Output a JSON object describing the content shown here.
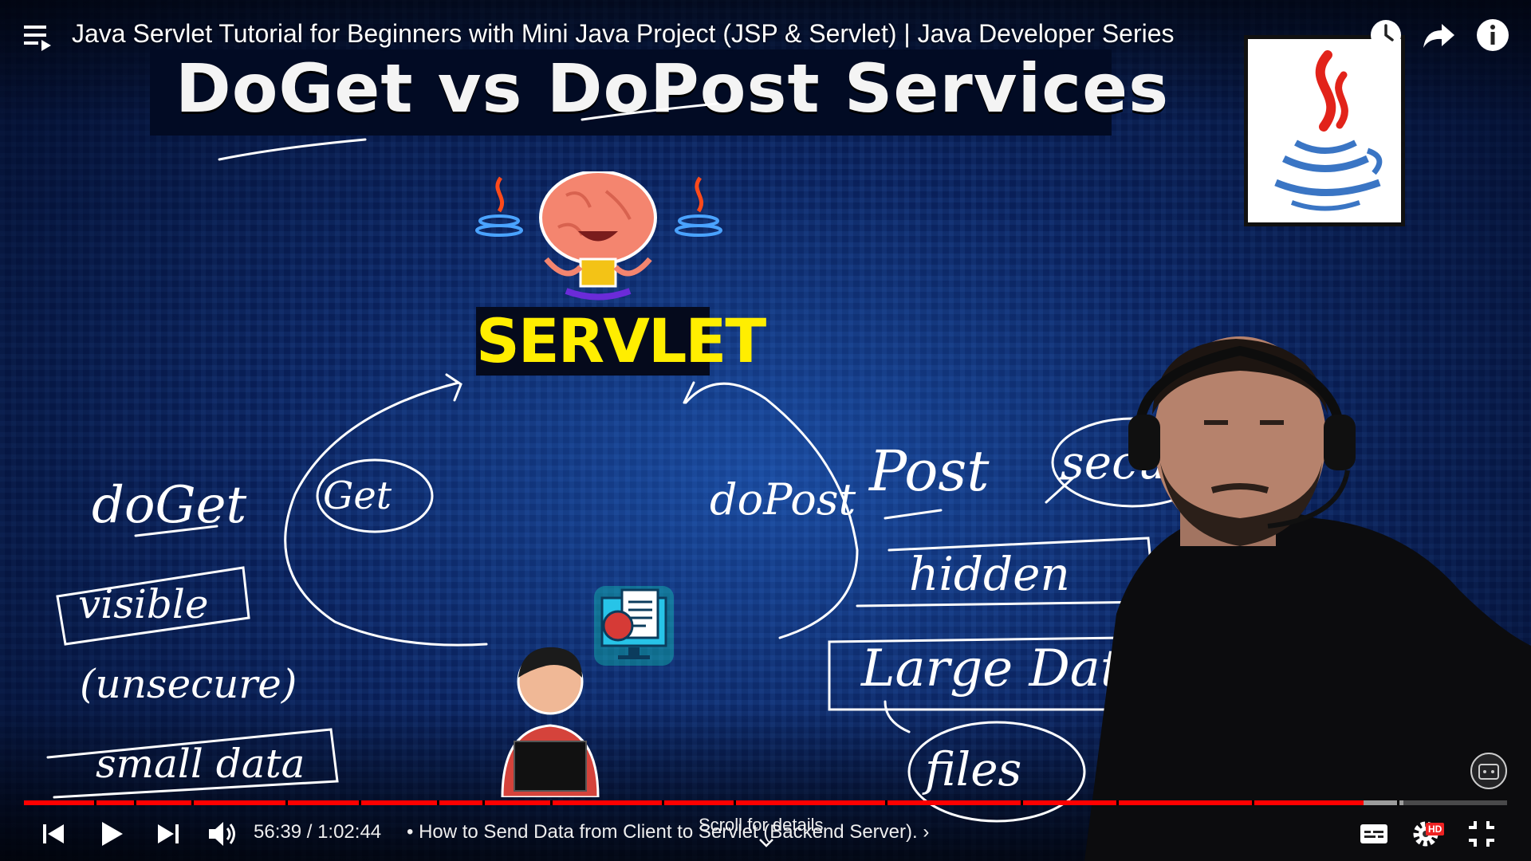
{
  "header": {
    "video_title": "Java Servlet Tutorial for Beginners with Mini Java Project (JSP & Servlet) | Java Developer Series",
    "icons": [
      "playlist-icon",
      "clock-icon",
      "share-icon",
      "info-icon"
    ]
  },
  "slide": {
    "heading": "DoGet vs DoPost Services",
    "servlet_label": "SERVLET",
    "handwritten": {
      "doget": "doGet",
      "get": "Get",
      "visible": "visible",
      "unsecure": "(unsecure)",
      "small_data": "small data",
      "dopost": "doPost",
      "post": "Post",
      "secure": "secur",
      "hidden": "hidden",
      "large_data": "Large Data",
      "files": "files"
    }
  },
  "controls": {
    "current_time": "56:39",
    "duration": "1:02:44",
    "time_display": "56:39 / 1:02:44",
    "chapter": "• How to Send Data from Client to Servlet (Backend Server). ›",
    "scroll_hint": "Scroll for details",
    "hd_badge": "HD",
    "played_fraction": 0.903,
    "buffered_fraction": 0.93,
    "icons": [
      "previous-icon",
      "play-icon",
      "next-icon",
      "volume-icon",
      "subtitles-icon",
      "settings-icon",
      "exit-fullscreen-icon"
    ]
  },
  "colors": {
    "progress": "#ff0000",
    "servlet_label": "#ffee00",
    "background": "#06194a"
  }
}
